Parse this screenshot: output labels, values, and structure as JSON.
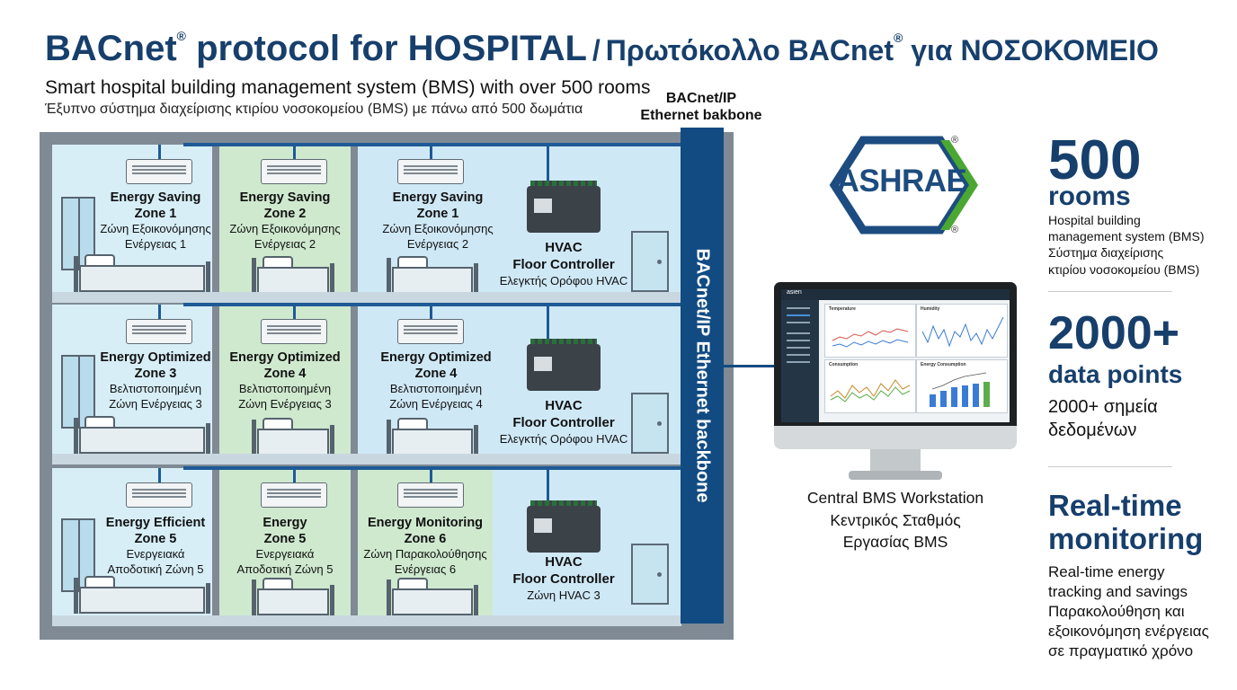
{
  "header": {
    "title_en": "BACnet",
    "title_reg": "®",
    "title_en_rest": " protocol for HOSPITAL",
    "title_slash": "/",
    "title_gr": "Πρωτόκολλο BACnet",
    "title_gr_reg": "®",
    "title_gr_rest": " για ΝΟΣΟΚΟΜΕΙΟ",
    "subtitle_en": "Smart hospital building management system (BMS) with over 500 rooms",
    "subtitle_gr": "Έξυπνο σύστημα διαχείρισης κτιρίου νοσοκομείου (BMS) με πάνω από 500 δωμάτια"
  },
  "backbone": {
    "top_label_1": "BACnet/IP",
    "top_label_2": "Ethernet bakbone",
    "vertical_label": "BACnet/IP Ethernet backbone"
  },
  "floors": [
    {
      "rooms": [
        {
          "name_1": "Energy Saving",
          "name_2": "Zone 1",
          "gr_1": "Ζώνη Εξοικονόμησης",
          "gr_2": "Ενέργειας 1",
          "color": "blue"
        },
        {
          "name_1": "Energy Saving",
          "name_2": "Zone 2",
          "gr_1": "Ζώνη Εξοικονόμησης",
          "gr_2": "Ενέργειας 2",
          "color": "green"
        },
        {
          "name_1": "Energy Saving",
          "name_2": "Zone 1",
          "gr_1": "Ζώνη Εξοικονόμησης",
          "gr_2": "Ενέργειας 2",
          "color": "blue"
        }
      ],
      "controller": {
        "name_1": "HVAC",
        "name_2": "Floor Controller",
        "gr": "Ελεγκτής Ορόφου HVAC"
      }
    },
    {
      "rooms": [
        {
          "name_1": "Energy Optimized",
          "name_2": "Zone 3",
          "gr_1": "Βελτιστοποιημένη",
          "gr_2": "Ζώνη Ενέργειας 3",
          "color": "blue"
        },
        {
          "name_1": "Energy Optimized",
          "name_2": "Zone 4",
          "gr_1": "Βελτιστοποιημένη",
          "gr_2": "Ζώνη Ενέργειας 3",
          "color": "green"
        },
        {
          "name_1": "Energy Optimized",
          "name_2": "Zone 4",
          "gr_1": "Βελτιστοποιημένη",
          "gr_2": "Ζώνη Ενέργειας 4",
          "color": "blue"
        }
      ],
      "controller": {
        "name_1": "HVAC",
        "name_2": "Floor Controller",
        "gr": "Ελεγκτής Ορόφου HVAC"
      }
    },
    {
      "rooms": [
        {
          "name_1": "Energy Efficient",
          "name_2": "Zone 5",
          "gr_1": "Ενεργειακά",
          "gr_2": "Αποδοτική Ζώνη 5",
          "color": "blue"
        },
        {
          "name_1": "Energy",
          "name_2": "Zone 5",
          "gr_1": "Ενεργειακά",
          "gr_2": "Αποδοτική Ζώνη 5",
          "color": "green"
        },
        {
          "name_1": "Energy Monitoring",
          "name_2": "Zone 6",
          "gr_1": "Ζώνη Παρακολούθησης",
          "gr_2": "Ενέργειας 6",
          "color": "green"
        }
      ],
      "controller": {
        "name_1": "HVAC",
        "name_2": "Floor Controller",
        "gr": "Ζώνη HVAC 3"
      }
    }
  ],
  "workstation": {
    "label_1": "Central BMS Workstation",
    "label_2": "Κεντρικός Σταθμός",
    "label_3": "Εργασίας BMS",
    "screen_brand": "asien",
    "panels": [
      "Temperature",
      "Humidity",
      "Consumption",
      "Energy Consumption"
    ]
  },
  "logo": {
    "text": "ASHRAE",
    "reg": "®",
    "colors": {
      "blue": "#1c4c80",
      "green": "#4aa832"
    }
  },
  "stats": [
    {
      "value": "500",
      "unit": "rooms",
      "desc": [
        "Hospital building",
        "management system (BMS)",
        "Σύστημα διαχείρισης",
        "κτιρίου νοσοκομείου (BMS)"
      ]
    },
    {
      "value": "2000+",
      "unit": "data points",
      "desc": [
        "2000+ σημεία",
        "δεδομένων"
      ]
    },
    {
      "value": "Real-time",
      "unit": "monitoring",
      "desc": [
        "Real-time energy",
        "tracking and savings",
        "Παρακολούθηση και",
        "εξοικονόμηση ενέργειας",
        "σε πραγματικό χρόνο"
      ]
    }
  ]
}
